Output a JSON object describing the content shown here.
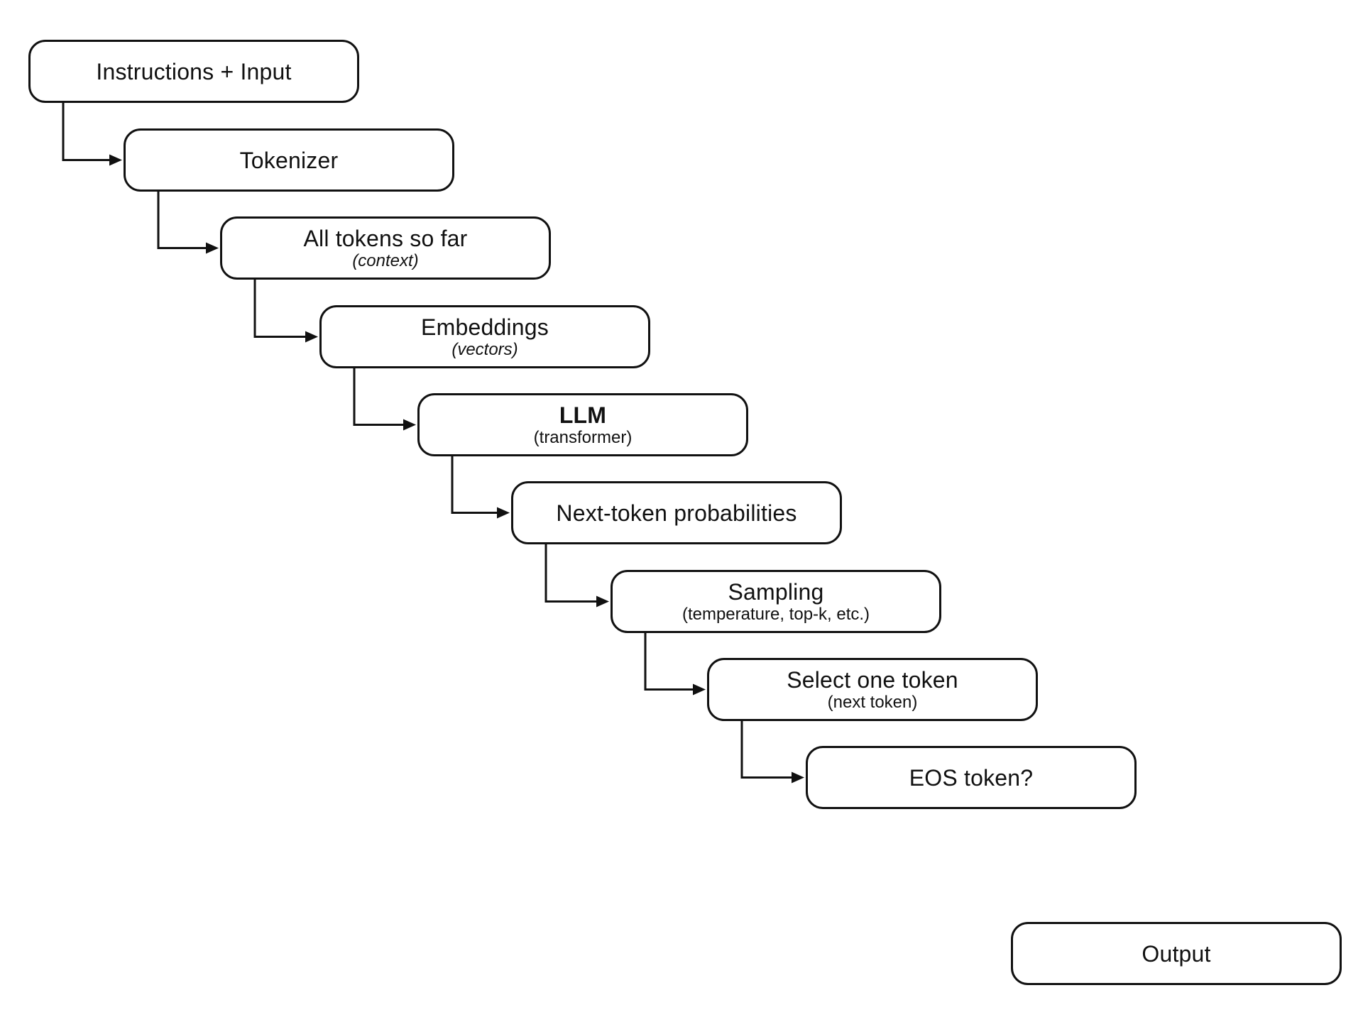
{
  "nodes": [
    {
      "id": "instructions-input",
      "label": "Instructions + Input",
      "sublabel": "",
      "bold": false,
      "italic": false
    },
    {
      "id": "tokenizer",
      "label": "Tokenizer",
      "sublabel": "",
      "bold": false,
      "italic": false
    },
    {
      "id": "all-tokens",
      "label": "All tokens so far",
      "sublabel": "(context)",
      "bold": false,
      "italic": true
    },
    {
      "id": "embeddings",
      "label": "Embeddings",
      "sublabel": "(vectors)",
      "bold": false,
      "italic": true
    },
    {
      "id": "llm",
      "label": "LLM",
      "sublabel": "(transformer)",
      "bold": true,
      "italic": false
    },
    {
      "id": "next-token-probabilities",
      "label": "Next-token probabilities",
      "sublabel": "",
      "bold": false,
      "italic": false
    },
    {
      "id": "sampling",
      "label": "Sampling",
      "sublabel": "(temperature, top-k, etc.)",
      "bold": false,
      "italic": false
    },
    {
      "id": "select-one-token",
      "label": "Select one token",
      "sublabel": "(next token)",
      "bold": false,
      "italic": false
    },
    {
      "id": "eos-token",
      "label": "EOS token?",
      "sublabel": "",
      "bold": false,
      "italic": false
    },
    {
      "id": "output",
      "label": "Output",
      "sublabel": "",
      "bold": false,
      "italic": false
    }
  ],
  "edges": [
    {
      "from": "instructions-input",
      "to": "tokenizer"
    },
    {
      "from": "tokenizer",
      "to": "all-tokens"
    },
    {
      "from": "all-tokens",
      "to": "embeddings"
    },
    {
      "from": "embeddings",
      "to": "llm"
    },
    {
      "from": "llm",
      "to": "next-token-probabilities"
    },
    {
      "from": "next-token-probabilities",
      "to": "sampling"
    },
    {
      "from": "sampling",
      "to": "select-one-token"
    },
    {
      "from": "select-one-token",
      "to": "eos-token"
    }
  ],
  "colors": {
    "stroke": "#111111",
    "background": "#ffffff",
    "text": "#111111"
  }
}
